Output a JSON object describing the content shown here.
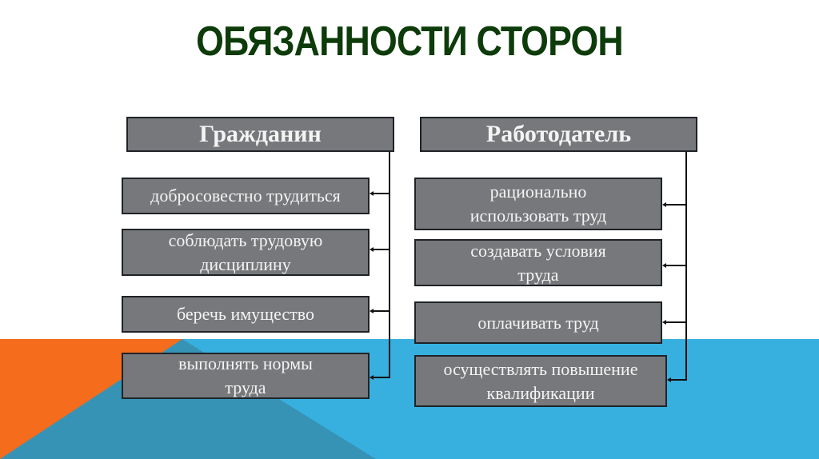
{
  "title": "ОБЯЗАННОСТИ СТОРОН",
  "colors": {
    "title": "#0d3b0a",
    "box_fill": "#77787b",
    "box_border": "#1f2328",
    "box_text": "#f4f4f4",
    "band_blue": "#38b0df",
    "band_teal": "#3793b5",
    "band_orange": "#f46c1c"
  },
  "columns": [
    {
      "header": "Гражданин",
      "items": [
        "добросовестно трудиться",
        "соблюдать трудовую дисциплину",
        "беречь имущество",
        "выполнять нормы труда"
      ]
    },
    {
      "header": "Работодатель",
      "items": [
        "рационально использовать труд",
        "создавать условия труда",
        "оплачивать труд",
        "осуществлять повышение квалификации"
      ]
    }
  ]
}
